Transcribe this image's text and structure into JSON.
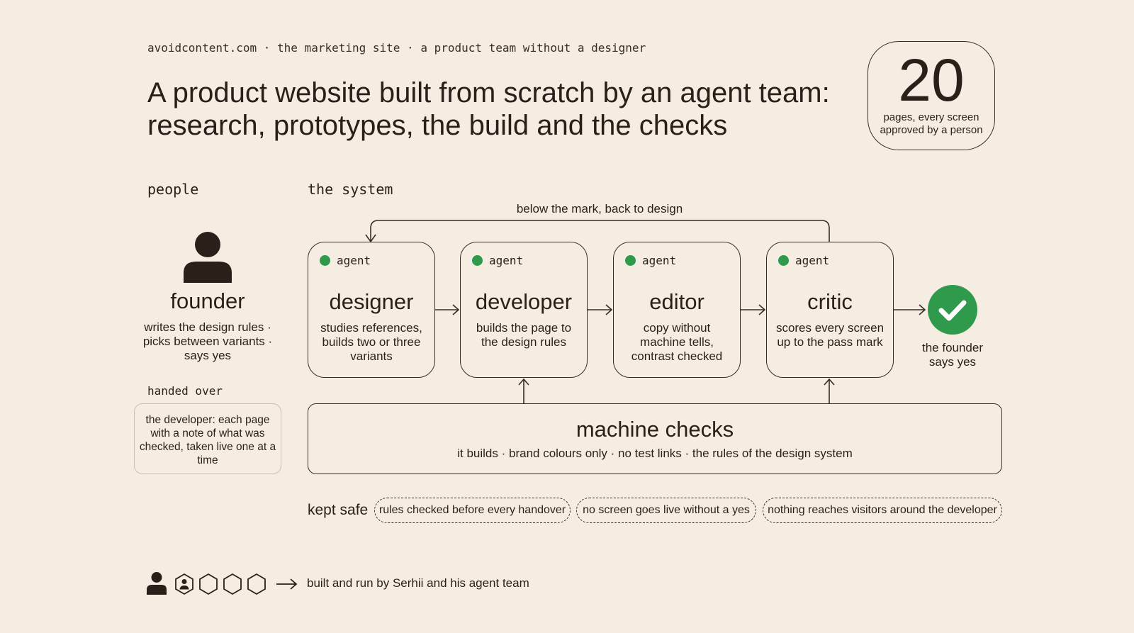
{
  "header": {
    "breadcrumb": "avoidcontent.com · the marketing site · a product team without a designer",
    "title_line1": "A product website built from scratch by an agent team:",
    "title_line2": "research, prototypes, the build and the checks"
  },
  "stat": {
    "value": "20",
    "caption": "pages, every screen approved by a person"
  },
  "people": {
    "label": "people",
    "founder": {
      "icon": "person-icon",
      "name": "founder",
      "description": "writes the design rules · picks between variants · says yes"
    },
    "handed_over_label": "handed over",
    "handed_over_text": "the developer: each page with a note of what was checked, taken live one at a time"
  },
  "system": {
    "label": "the system",
    "loop_label": "below the mark, back to design",
    "agents": [
      {
        "tag": "agent",
        "name": "designer",
        "description": "studies references, builds two or three variants"
      },
      {
        "tag": "agent",
        "name": "developer",
        "description": "builds the page to the design rules"
      },
      {
        "tag": "agent",
        "name": "editor",
        "description": "copy without machine tells, contrast checked"
      },
      {
        "tag": "agent",
        "name": "critic",
        "description": "scores every screen up to the pass mark"
      }
    ],
    "approval": {
      "icon": "check-circle-icon",
      "label": "the founder says yes"
    },
    "machine_checks": {
      "title": "machine checks",
      "description": "it builds · brand colours only · no test links · the rules of the design system"
    }
  },
  "kept_safe": {
    "label": "kept safe",
    "items": [
      "rules checked before every handover",
      "no screen goes live without a yes",
      "nothing reaches visitors around the developer"
    ]
  },
  "footer": {
    "icons": [
      "person-icon",
      "agent-hexagon-icon",
      "hexagon-icon",
      "hexagon-icon",
      "hexagon-icon",
      "arrow-right-icon"
    ],
    "text": "built and run by Serhii and his agent team"
  },
  "colors": {
    "background": "#f5ede1",
    "ink": "#2b1f1a",
    "agent_dot": "#2f9a4c",
    "approve": "#2f9a4c",
    "soft_border": "#c9bfb2"
  }
}
